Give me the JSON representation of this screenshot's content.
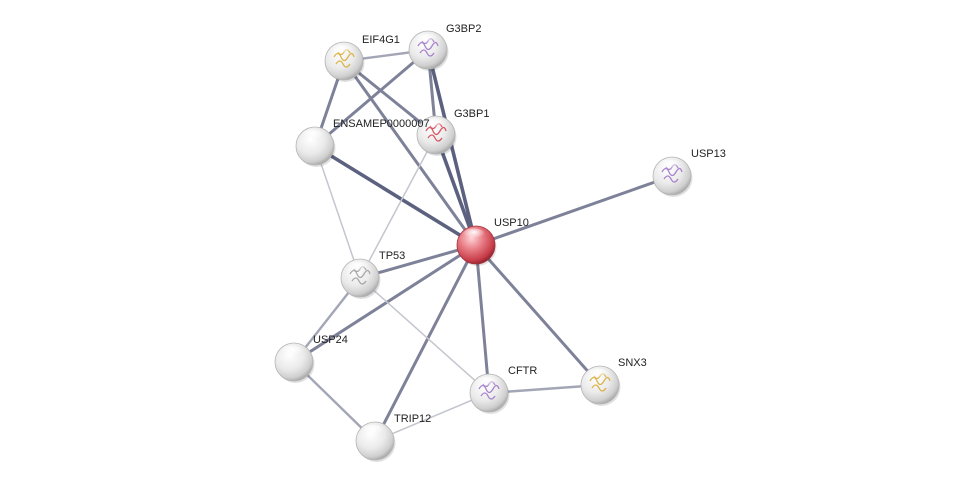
{
  "chart_data": {
    "type": "network",
    "nodes": [
      {
        "id": "USP10",
        "label": "USP10",
        "query": true,
        "structure": null
      },
      {
        "id": "EIF4G1",
        "label": "EIF4G1",
        "query": false,
        "structure": "yellow"
      },
      {
        "id": "G3BP2",
        "label": "G3BP2",
        "query": false,
        "structure": "purple"
      },
      {
        "id": "G3BP1",
        "label": "G3BP1",
        "query": false,
        "structure": "red"
      },
      {
        "id": "ENSAMEP",
        "label": "ENSAMEP0000007",
        "query": false,
        "structure": null
      },
      {
        "id": "USP13",
        "label": "USP13",
        "query": false,
        "structure": "purple"
      },
      {
        "id": "TP53",
        "label": "TP53",
        "query": false,
        "structure": "grey"
      },
      {
        "id": "USP24",
        "label": "USP24",
        "query": false,
        "structure": null
      },
      {
        "id": "CFTR",
        "label": "CFTR",
        "query": false,
        "structure": "purple"
      },
      {
        "id": "SNX3",
        "label": "SNX3",
        "query": false,
        "structure": "yellow"
      },
      {
        "id": "TRIP12",
        "label": "TRIP12",
        "query": false,
        "structure": null
      }
    ],
    "edges": [
      {
        "source": "USP10",
        "target": "EIF4G1",
        "weight": 2
      },
      {
        "source": "USP10",
        "target": "G3BP2",
        "weight": 3
      },
      {
        "source": "USP10",
        "target": "G3BP1",
        "weight": 3
      },
      {
        "source": "USP10",
        "target": "ENSAMEP",
        "weight": 3
      },
      {
        "source": "USP10",
        "target": "USP13",
        "weight": 2
      },
      {
        "source": "USP10",
        "target": "TP53",
        "weight": 2
      },
      {
        "source": "USP10",
        "target": "USP24",
        "weight": 2
      },
      {
        "source": "USP10",
        "target": "CFTR",
        "weight": 2
      },
      {
        "source": "USP10",
        "target": "SNX3",
        "weight": 2
      },
      {
        "source": "USP10",
        "target": "TRIP12",
        "weight": 2
      },
      {
        "source": "EIF4G1",
        "target": "G3BP2",
        "weight": 1
      },
      {
        "source": "EIF4G1",
        "target": "G3BP1",
        "weight": 2
      },
      {
        "source": "EIF4G1",
        "target": "ENSAMEP",
        "weight": 2
      },
      {
        "source": "G3BP2",
        "target": "G3BP1",
        "weight": 2
      },
      {
        "source": "G3BP2",
        "target": "ENSAMEP",
        "weight": 2
      },
      {
        "source": "ENSAMEP",
        "target": "TP53",
        "weight": 0
      },
      {
        "source": "G3BP1",
        "target": "TP53",
        "weight": 0
      },
      {
        "source": "TP53",
        "target": "USP24",
        "weight": 1
      },
      {
        "source": "TP53",
        "target": "CFTR",
        "weight": 0
      },
      {
        "source": "USP24",
        "target": "TRIP12",
        "weight": 1
      },
      {
        "source": "TRIP12",
        "target": "CFTR",
        "weight": 0
      },
      {
        "source": "CFTR",
        "target": "SNX3",
        "weight": 1
      }
    ],
    "colors": {
      "query_node": "#d9545f",
      "node": "#eeeeee",
      "edge_strong": "#5c6180",
      "edge_medium": "#7e8299",
      "edge_light": "#a3a6b6",
      "edge_faint": "#c4c6ce",
      "structure_yellow": "#d6a82a",
      "structure_purple": "#9a6fc4",
      "structure_red": "#d23a4a",
      "structure_grey": "#9a9a9a"
    }
  }
}
